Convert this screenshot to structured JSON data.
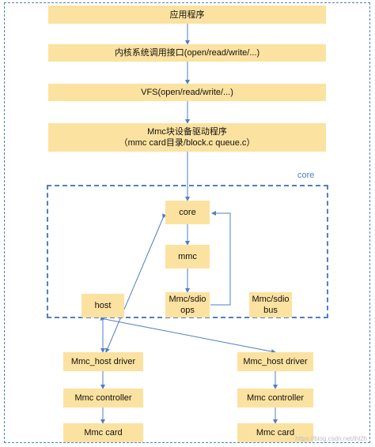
{
  "labels": {
    "app": "应用程序",
    "syscall": "内核系统调用接口(open/read/write/...)",
    "vfs": "VFS(open/read/write/...)",
    "mmc_block_line1": "Mmc块设备驱动程序",
    "mmc_block_line2": "（mmc card目录/block.c queue.c）",
    "core_frame_label": "core",
    "core": "core",
    "mmc": "mmc",
    "mmc_sdio_ops_line1": "Mmc/sdio",
    "mmc_sdio_ops_line2": "ops",
    "mmc_sdio_bus_line1": "Mmc/sdio",
    "mmc_sdio_bus_line2": "bus",
    "host": "host",
    "host_driver_left": "Mmc_host driver",
    "host_driver_right": "Mmc_host driver",
    "controller_left": "Mmc controller",
    "controller_right": "Mmc controller",
    "card_left": "Mmc card",
    "card_right": "Mmc card",
    "watermark": "https://blog.csdn.net/lhl2h"
  },
  "colors": {
    "box_fill": "#fce2a0",
    "frame": "#4f7fc4",
    "arrow": "#4f7fc4"
  }
}
